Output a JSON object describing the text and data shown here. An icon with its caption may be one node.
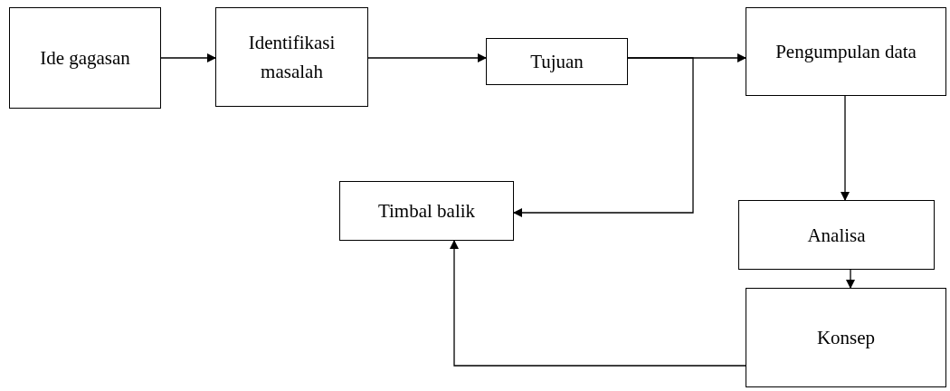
{
  "diagram": {
    "nodes": [
      {
        "text": [
          "Ide gagasan"
        ]
      },
      {
        "text": [
          "Identifikasi masalah"
        ]
      },
      {
        "text": [
          "Tujuan"
        ]
      },
      {
        "text": [
          "Pengumpulan data"
        ]
      },
      {
        "text": [
          "Timbal balik"
        ]
      },
      {
        "text": [
          "Analisa"
        ]
      },
      {
        "text": [
          "Konsep"
        ]
      }
    ],
    "edges": [
      {
        "from": 0,
        "to": 1,
        "arrow": "to"
      },
      {
        "from": 1,
        "to": 2,
        "arrow": "to"
      },
      {
        "from": 2,
        "to": 3,
        "arrow": "to"
      },
      {
        "from": 2,
        "to": 4,
        "arrow": "to"
      },
      {
        "from": 3,
        "to": 5,
        "arrow": "to"
      },
      {
        "from": 5,
        "to": 6,
        "arrow": "to"
      },
      {
        "from": 6,
        "to": 4,
        "arrow": "to"
      }
    ]
  }
}
